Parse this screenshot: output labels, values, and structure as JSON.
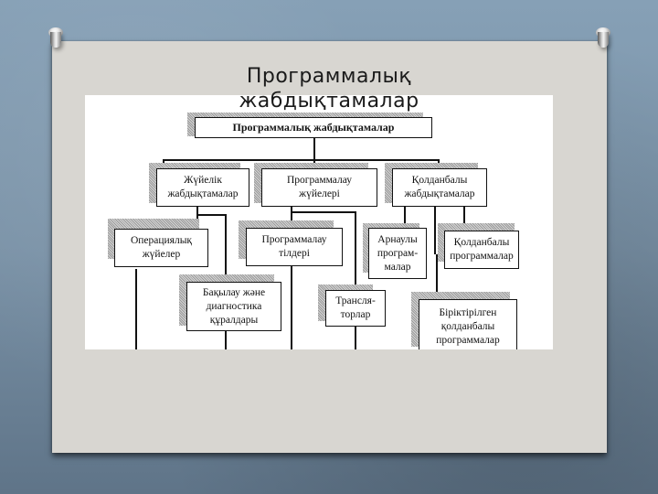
{
  "slide": {
    "title_line1": "Программалық",
    "title_line2": "жабдықтамалар",
    "background_color": "#7d94a8",
    "slide_color": "#d8d6d1"
  },
  "diagram": {
    "root": "Программалық жабдықтамалар",
    "level1": [
      {
        "id": "system",
        "line1": "Жүйелік",
        "line2": "жабдықтамалар"
      },
      {
        "id": "programming",
        "line1": "Программалау",
        "line2": "жүйелері"
      },
      {
        "id": "application",
        "line1": "Қолданбалы",
        "line2": "жабдықтамалар"
      }
    ],
    "system_children": [
      {
        "id": "os",
        "line1": "Операциялық",
        "line2": "жүйелер"
      },
      {
        "id": "diagnostics",
        "line1": "Бақылау және",
        "line2": "диагностика",
        "line3": "құралдары"
      }
    ],
    "programming_children": [
      {
        "id": "languages",
        "line1": "Программалау",
        "line2": "тілдері"
      },
      {
        "id": "translators",
        "line1": "Трансля-",
        "line2": "торлар"
      }
    ],
    "application_children": [
      {
        "id": "special",
        "line1": "Арнаулы",
        "line2": "програм-",
        "line3": "малар"
      },
      {
        "id": "applied",
        "line1": "Қолданбалы",
        "line2": "программалар"
      },
      {
        "id": "integrated",
        "line1": "Біріктірілген",
        "line2": "қолданбалы",
        "line3": "программалар"
      }
    ]
  }
}
